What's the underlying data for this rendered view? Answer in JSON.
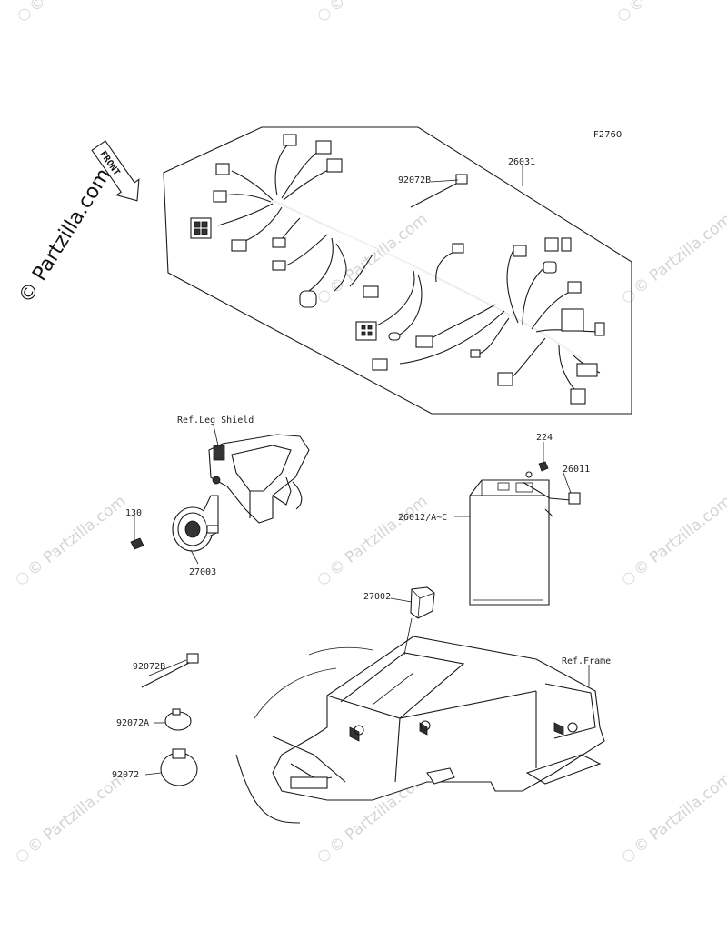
{
  "figure_code": "F2760",
  "logo": {
    "text": "© Partzilla.com"
  },
  "front_arrow": {
    "label": "FRONT"
  },
  "watermark": {
    "text": "© Partzilla.com"
  },
  "references": {
    "leg_shield": "Ref.Leg Shield",
    "frame": "Ref.Frame"
  },
  "parts": [
    {
      "number": "26031"
    },
    {
      "number": "92072B"
    },
    {
      "number": "224"
    },
    {
      "number": "26011"
    },
    {
      "number": "26012/A~C"
    },
    {
      "number": "130"
    },
    {
      "number": "27003"
    },
    {
      "number": "27002"
    },
    {
      "number": "92072B"
    },
    {
      "number": "92072A"
    },
    {
      "number": "92072"
    }
  ]
}
